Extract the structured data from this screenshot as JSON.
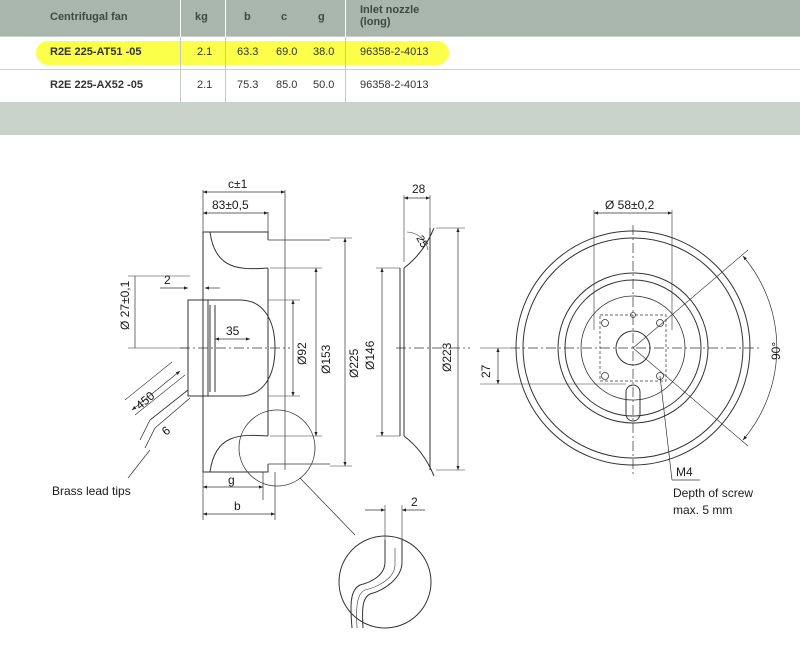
{
  "table": {
    "headers": {
      "model": "Centrifugal fan",
      "kg": "kg",
      "b": "b",
      "c": "c",
      "g": "g",
      "nozzle_line1": "Inlet nozzle",
      "nozzle_line2": "(long)"
    },
    "rows": [
      {
        "model": "R2E 225-AT51 -05",
        "kg": "2.1",
        "b": "63.3",
        "c": "69.0",
        "g": "38.0",
        "nozzle": "96358-2-4013",
        "highlighted": true
      },
      {
        "model": "R2E 225-AX52 -05",
        "kg": "2.1",
        "b": "75.3",
        "c": "85.0",
        "g": "50.0",
        "nozzle": "96358-2-4013",
        "highlighted": false
      }
    ],
    "highlight_color": "#fbff35"
  },
  "drawing": {
    "side": {
      "c_dim": "c±1",
      "dim_83": "83±0,5",
      "dim_2": "2",
      "dim_27": "Ø 27±0,1",
      "dim_35": "35",
      "dim_92": "Ø92",
      "dim_153": "Ø153",
      "dim_225": "Ø225",
      "dim_450": "450",
      "dim_6": "6",
      "g_label": "g",
      "b_label": "b",
      "brass": "Brass lead tips"
    },
    "nozzle": {
      "dim_28": "28",
      "dim_25": "25",
      "dim_146": "Ø146",
      "dim_223": "Ø223"
    },
    "detail": {
      "dim_2": "2"
    },
    "front": {
      "dim_58": "Ø 58±0,2",
      "dim_27": "27",
      "dim_90": "90°",
      "m4": "M4",
      "depth1": "Depth of screw",
      "depth2": "max. 5 mm"
    }
  }
}
